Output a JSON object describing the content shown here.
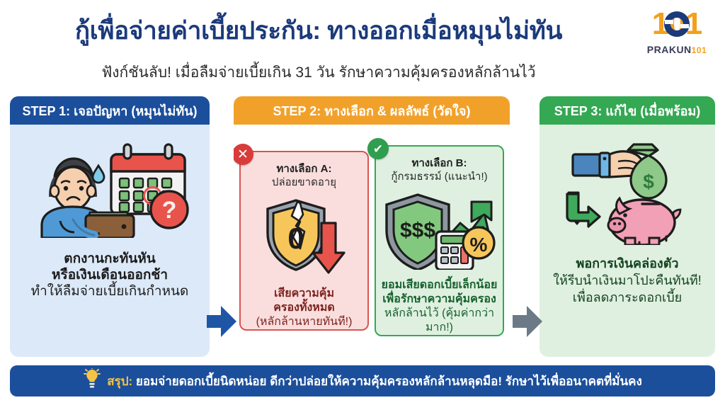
{
  "header": {
    "headline": "กู้เพื่อจ่ายค่าเบี้ยประกัน: ทางออกเมื่อหมุนไม่ทัน",
    "subheadline": "ฟังก์ชันลับ! เมื่อลืมจ่ายเบี้ยเกิน 31 วัน รักษาความคุ้มครองหลักล้านไว้",
    "logo": {
      "mark": "101",
      "wordmark": "PRAKUN",
      "wordmark_suffix": "101",
      "accent_color": "#f3a01b",
      "navy_color": "#1b3a7a"
    }
  },
  "steps": [
    {
      "id": "step-1",
      "head": "STEP 1: เจอปัญหา (หมุนไม่ทัน)",
      "head_color": "#1b4f9c",
      "body_color": "#dce9f8",
      "art": "worried-person-wallet-calendar",
      "caption_lines": [
        {
          "text": "ตกงานกะทันหัน",
          "bold": true
        },
        {
          "text": "หรือเงินเดือนออกช้า",
          "bold": true
        },
        {
          "text": "ทำให้ลืมจ่ายเบี้ยเกินกำหนด",
          "bold": false
        }
      ]
    },
    {
      "id": "step-2",
      "head": "STEP 2: ทางเลือก & ผลลัพธ์ (วัดใจ)",
      "head_color": "#f1a12a",
      "body_color": "#ffffff",
      "options": [
        {
          "id": "option-a",
          "badge": "✕",
          "badge_color": "#d93b3b",
          "title": "ทางเลือก A:",
          "subtitle": "ปล่อยขาดอายุ",
          "art": "broken-shield-zero-down-arrow",
          "caption_lines": [
            {
              "text": "เสียความคุ้ม",
              "bold": true
            },
            {
              "text": "ครองทั้งหมด",
              "bold": true
            },
            {
              "text": "(หลักล้านหายทันที!)",
              "bold": false
            }
          ],
          "bg_color": "#fadedd",
          "border_color": "#d9544f"
        },
        {
          "id": "option-b",
          "badge": "✔",
          "badge_color": "#2f9e4f",
          "title": "ทางเลือก B:",
          "subtitle": "กู้กรมธรรม์ (แนะนำ!)",
          "art": "green-shield-dollars-calculator-percent",
          "caption_lines": [
            {
              "text": "ยอมเสียดอกเบี้ยเล็กน้อย",
              "bold": true
            },
            {
              "text": "เพื่อรักษาความคุ้มครอง",
              "bold": true
            },
            {
              "text": "หลักล้านไว้ (คุ้มค่ากว่ามาก!)",
              "bold": false
            }
          ],
          "bg_color": "#dff0e0",
          "border_color": "#34a853"
        }
      ]
    },
    {
      "id": "step-3",
      "head": "STEP 3: แก้ไข (เมื่อพร้อม)",
      "head_color": "#34a853",
      "body_color": "#dff0e0",
      "art": "hand-money-bag-piggy-bank",
      "caption_lines": [
        {
          "text": "พอการเงินคล่องตัว",
          "bold": true
        },
        {
          "text": "ให้รีบนำเงินมาโปะคืนทันที!",
          "bold": false
        },
        {
          "text": "เพื่อลดภาระดอกเบี้ย",
          "bold": false
        }
      ]
    }
  ],
  "arrows": [
    {
      "id": "arrow-step1-step2",
      "color": "#1f55a5",
      "direction": "right"
    },
    {
      "id": "arrow-step2-step3",
      "color": "#6b7a86",
      "direction": "right"
    }
  ],
  "footer": {
    "icon": "lightbulb-icon",
    "lead": "สรุป:",
    "lead_color": "#f6c445",
    "text": "ยอมจ่ายดอกเบี้ยนิดหน่อย ดีกว่าปล่อยให้ความคุ้มครองหลักล้านหลุดมือ! รักษาไว้เพื่ออนาคตที่มั่นคง",
    "bg_color": "#1b4f9c"
  }
}
